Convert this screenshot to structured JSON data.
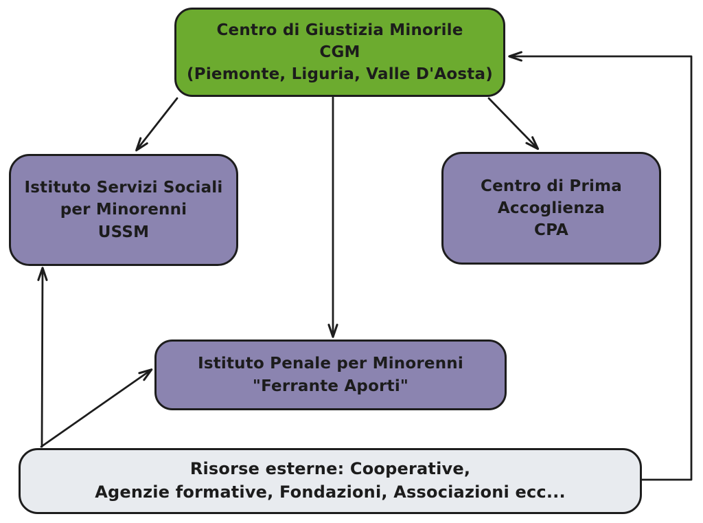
{
  "diagram": {
    "nodes": {
      "cgm": {
        "lines": [
          "Centro di Giustizia Minorile",
          "CGM",
          "(Piemonte, Liguria, Valle D'Aosta)"
        ],
        "fill": "#6cab2f"
      },
      "ussm": {
        "lines": [
          "Istituto Servizi Sociali",
          "per Minorenni",
          "USSM"
        ],
        "fill": "#8b84b0"
      },
      "cpa": {
        "lines": [
          "Centro di Prima",
          "Accoglienza",
          "CPA"
        ],
        "fill": "#8b84b0"
      },
      "ipm": {
        "lines": [
          "Istituto Penale per Minorenni",
          "\"Ferrante Aporti\""
        ],
        "fill": "#8b84b0"
      },
      "risorse": {
        "lines": [
          "Risorse esterne: Cooperative,",
          "Agenzie formative, Fondazioni, Associazioni ecc..."
        ],
        "fill": "#e8ebef"
      }
    },
    "edges": [
      {
        "from": "cgm",
        "to": "ussm"
      },
      {
        "from": "cgm",
        "to": "cpa"
      },
      {
        "from": "cgm",
        "to": "ipm"
      },
      {
        "from": "risorse",
        "to": "ussm"
      },
      {
        "from": "risorse",
        "to": "ipm"
      },
      {
        "from": "risorse",
        "to": "cgm"
      }
    ],
    "colors": {
      "green": "#6cab2f",
      "purple": "#8b84b0",
      "light_gray": "#e8ebef",
      "stroke": "#1d1d1d",
      "background": "#ffffff"
    }
  }
}
